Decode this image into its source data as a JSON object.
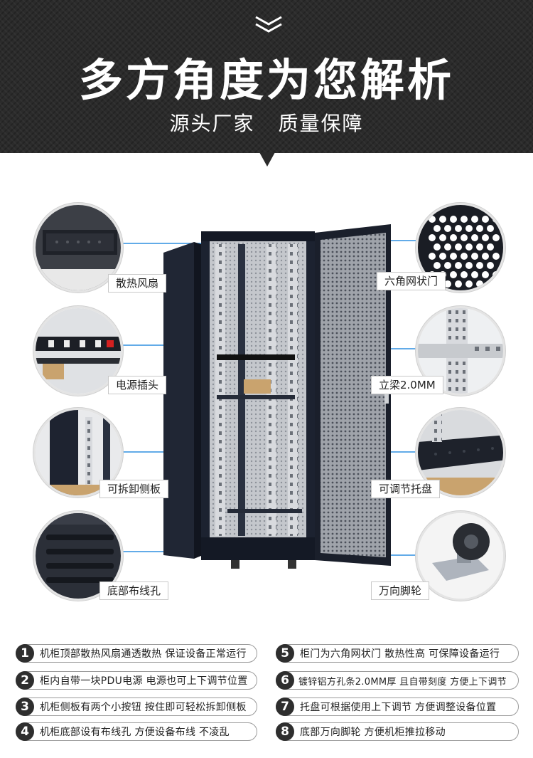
{
  "header": {
    "title": "多方角度为您解析",
    "subtitle": "源头厂家 质量保障"
  },
  "callouts": {
    "fan": "散热风扇",
    "pdu": "电源插头",
    "side_panel": "可拆卸侧板",
    "cable_hole": "底部布线孔",
    "hex_door": "六角网状门",
    "rail": "立梁2.0MM",
    "tray": "可调节托盘",
    "caster": "万向脚轮"
  },
  "features": [
    {
      "num": "1",
      "text": "机柜顶部散热风扇通透散热 保证设备正常运行"
    },
    {
      "num": "2",
      "text": "柜内自带一块PDU电源 电源也可上下调节位置"
    },
    {
      "num": "3",
      "text": "机柜侧板有两个小按钮 按住即可轻松拆卸侧板"
    },
    {
      "num": "4",
      "text": "机柜底部设有布线孔 方便设备布线 不凌乱"
    },
    {
      "num": "5",
      "text": "柜门为六角网状门 散热性高 可保障设备运行"
    },
    {
      "num": "6",
      "text": "镀锌铝方孔条2.0MM厚 且自带刻度 方便上下调节"
    },
    {
      "num": "7",
      "text": "托盘可根据使用上下调节 方便调整设备位置"
    },
    {
      "num": "8",
      "text": "底部万向脚轮 方便机柜推拉移动"
    }
  ],
  "colors": {
    "header_bg": "#2b2b2b",
    "accent_blue": "#2f8fe0",
    "cabinet": "#1c2230"
  }
}
